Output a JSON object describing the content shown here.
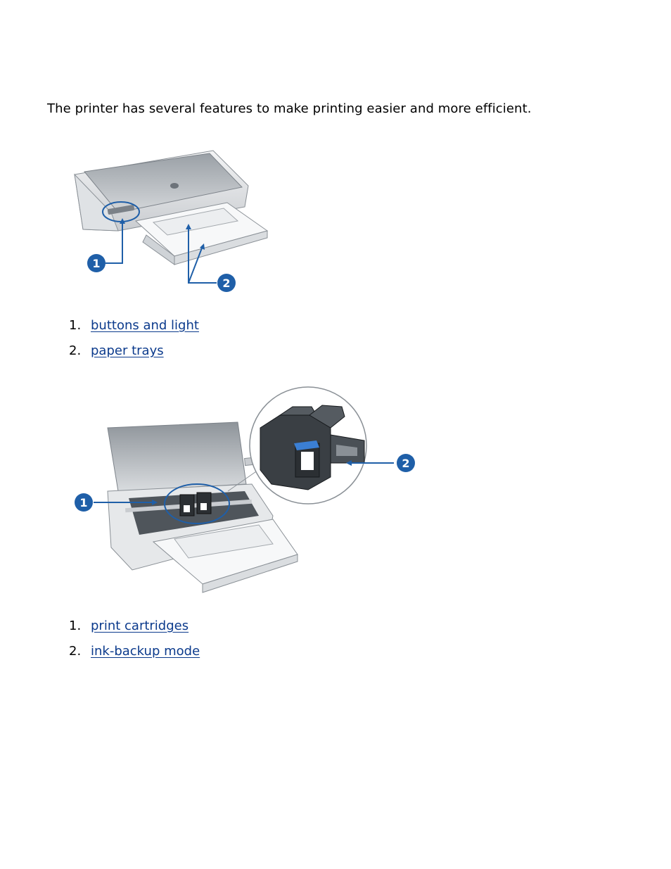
{
  "intro_text": "The printer has several features to make printing easier and more efficient.",
  "figure1": {
    "callouts": [
      "1",
      "2"
    ]
  },
  "list1": [
    {
      "number": "1.",
      "label": "buttons and light"
    },
    {
      "number": "2.",
      "label": "paper trays"
    }
  ],
  "figure2": {
    "callouts": [
      "1",
      "2"
    ]
  },
  "list2": [
    {
      "number": "1.",
      "label": "print cartridges"
    },
    {
      "number": "2.",
      "label": "ink-backup mode"
    }
  ],
  "colors": {
    "link": "#0b3a8c",
    "callout": "#1f5fa8",
    "printer_body": "#e6e8ea",
    "printer_lid": "#b8bdc2"
  }
}
